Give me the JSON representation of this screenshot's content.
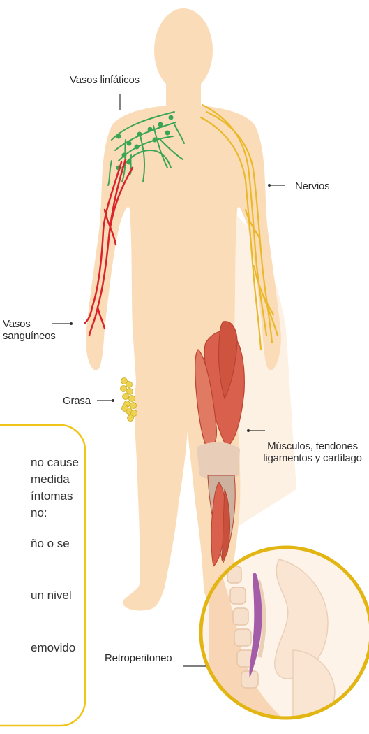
{
  "labels": {
    "lymph": "Vasos linfáticos",
    "nerves": "Nervios",
    "blood": "Vasos\nsanguíneos",
    "fat": "Grasa",
    "muscles": "Músculos, tendones\nligamentos y cartílago",
    "retro": "Retroperitoneo"
  },
  "info_box": {
    "lines": [
      "no cause",
      "medida",
      "íntomas",
      "no:",
      "ño  o  se",
      "un nivel",
      "emovido"
    ]
  },
  "colors": {
    "skin": "#fbdcb8",
    "shadow": "#fce8d2",
    "lymph": "#3aa655",
    "nerve": "#eab92a",
    "blood": "#d8242a",
    "muscle": "#d9604c",
    "box_border": "#f0c419",
    "circle_border": "#e2b512",
    "retro": "#a45ca8"
  }
}
